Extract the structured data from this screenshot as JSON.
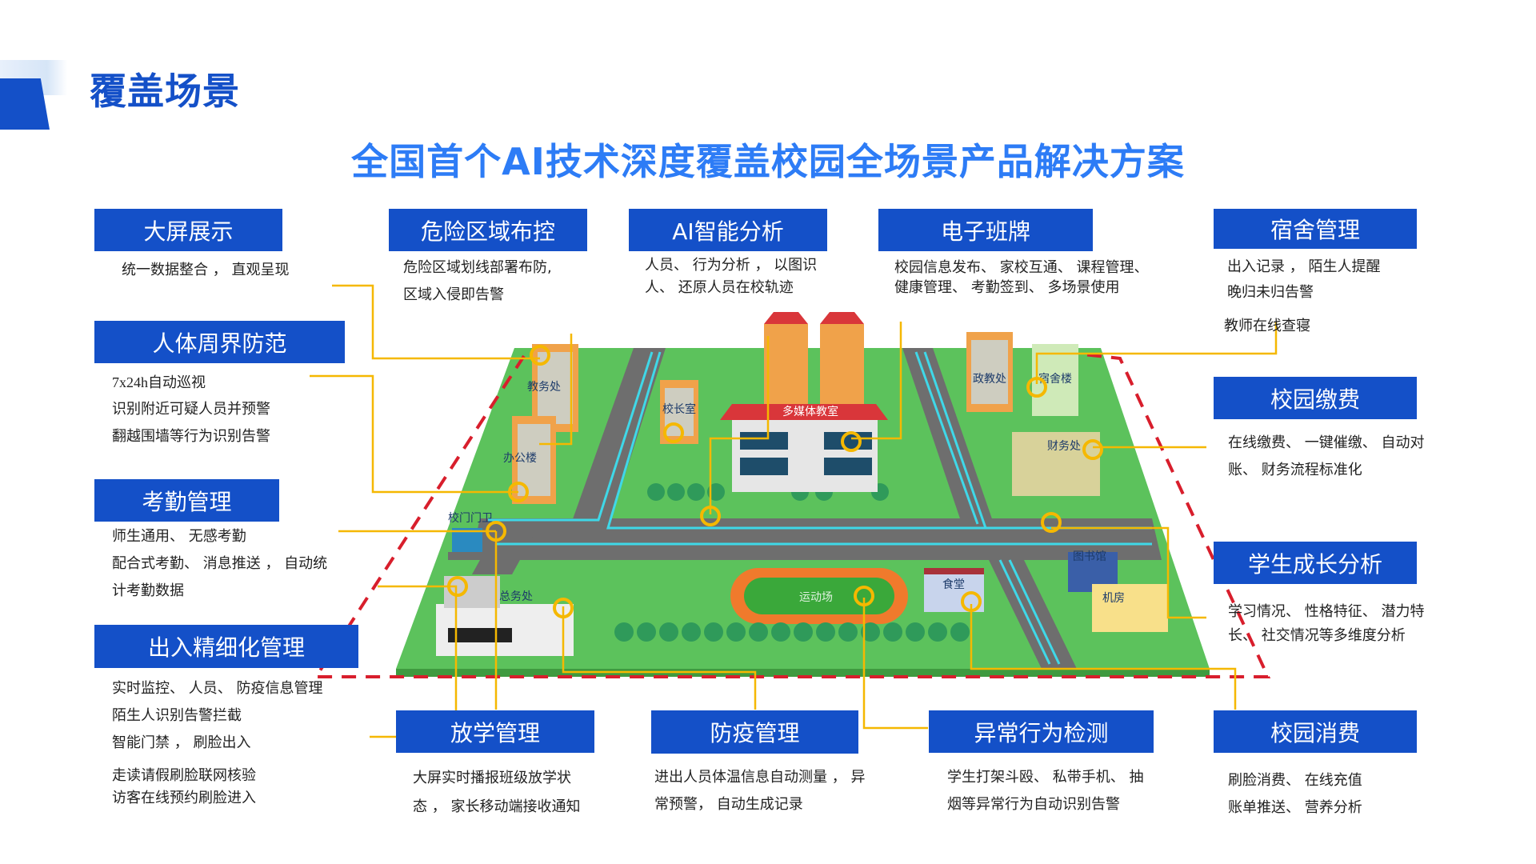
{
  "header": {
    "section_title": "覆盖场景",
    "main_title": "全国首个AI技术深度覆盖校园全场景产品解决方案"
  },
  "colors": {
    "brand_blue": "#1450c8",
    "title_blue": "#2d7cf6",
    "connector_yellow": "#f5b800",
    "boundary_red": "#d81e2c",
    "grass_green": "#5cc25c",
    "road_gray": "#6e6e6e"
  },
  "features": [
    {
      "id": "big-screen",
      "label": "大屏展示",
      "lines": [
        "统一数据整合 ， 直观呈现"
      ]
    },
    {
      "id": "danger-zone",
      "label": "危险区域布控",
      "lines": [
        "危险区域划线部署布防,",
        "区域入侵即告警"
      ]
    },
    {
      "id": "ai-analysis",
      "label": "AI智能分析",
      "lines": [
        "人员、 行为分析 ， 以图识",
        "人、 还原人员在校轨迹"
      ]
    },
    {
      "id": "e-class-board",
      "label": "电子班牌",
      "lines": [
        "校园信息发布、 家校互通、 课程管理、",
        "健康管理、 考勤签到、 多场景使用"
      ]
    },
    {
      "id": "dorm",
      "label": "宿舍管理",
      "lines": [
        "出入记录 ， 陌生人提醒",
        "晚归未归告警",
        "教师在线查寝"
      ]
    },
    {
      "id": "perimeter",
      "label": "人体周界防范",
      "lines": [
        "7x24h自动巡视",
        "识别附近可疑人员并预警",
        "翻越围墙等行为识别告警"
      ]
    },
    {
      "id": "attendance",
      "label": "考勤管理",
      "lines": [
        "师生通用、 无感考勤",
        "配合式考勤、 消息推送 ， 自动统",
        "计考勤数据"
      ]
    },
    {
      "id": "access",
      "label": "出入精细化管理",
      "lines": [
        "实时监控、 人员、 防疫信息管理",
        "陌生人识别告警拦截",
        "智能门禁 ， 刷脸出入",
        "走读请假刷脸联网核验",
        "访客在线预约刷脸进入"
      ]
    },
    {
      "id": "payment",
      "label": "校园缴费",
      "lines": [
        "在线缴费、 一键催缴、 自动对",
        "账、 财务流程标准化"
      ]
    },
    {
      "id": "growth",
      "label": "学生成长分析",
      "lines": [
        "学习情况、 性格特征、 潜力特",
        "长、 社交情况等多维度分析"
      ]
    },
    {
      "id": "dismissal",
      "label": "放学管理",
      "lines": [
        "大屏实时播报班级放学状",
        "态 ， 家长移动端接收通知"
      ]
    },
    {
      "id": "epidemic",
      "label": "防疫管理",
      "lines": [
        "进出人员体温信息自动测量 ， 异",
        "常预警， 自动生成记录"
      ]
    },
    {
      "id": "abnormal",
      "label": "异常行为检测",
      "lines": [
        "学生打架斗殴、 私带手机、 抽",
        "烟等异常行为自动识别告警"
      ]
    },
    {
      "id": "consumption",
      "label": "校园消费",
      "lines": [
        "刷脸消费、 在线充值",
        "账单推送、 营养分析"
      ]
    }
  ],
  "map": {
    "buildings": [
      {
        "name": "教务处"
      },
      {
        "name": "办公楼"
      },
      {
        "name": "校长室"
      },
      {
        "name": "多媒体教室"
      },
      {
        "name": "政教处"
      },
      {
        "name": "宿舍楼"
      },
      {
        "name": "财务处"
      },
      {
        "name": "校门门卫"
      },
      {
        "name": "总务处"
      },
      {
        "name": "运动场"
      },
      {
        "name": "食堂"
      },
      {
        "name": "图书馆"
      },
      {
        "name": "机房"
      }
    ]
  }
}
